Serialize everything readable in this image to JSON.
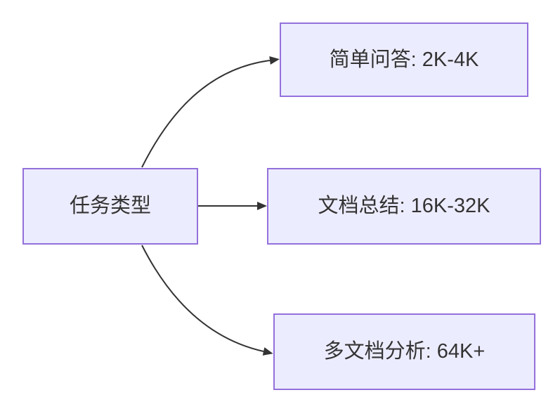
{
  "diagram": {
    "type": "flowchart-left-to-right",
    "root": {
      "label": "任务类型"
    },
    "branches": [
      {
        "label": "简单问答: 2K-4K"
      },
      {
        "label": "文档总结: 16K-32K"
      },
      {
        "label": "多文档分析: 64K+"
      }
    ],
    "colors": {
      "background": "#ffffff",
      "node_fill": "#ECECFF",
      "node_border": "#9370DB",
      "edge_color": "#333333",
      "text_color": "#333333"
    }
  }
}
